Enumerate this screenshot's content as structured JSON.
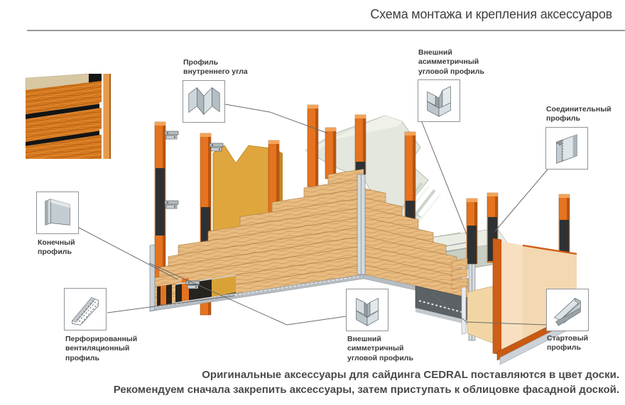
{
  "title": "Схема монтажа и крепления аксессуаров",
  "callouts": [
    {
      "id": "inner-corner-profile",
      "label": "Профиль\nвнутреннего угла"
    },
    {
      "id": "outer-asymmetric-corner-profile",
      "label": "Внешний\nасимметричный\nугловой профиль"
    },
    {
      "id": "connector-profile",
      "label": "Соединительный\nпрофиль"
    },
    {
      "id": "end-profile",
      "label": "Конечный\nпрофиль"
    },
    {
      "id": "perforated-vent-profile",
      "label": "Перфорированный\nвентиляционный профиль"
    },
    {
      "id": "outer-symmetric-corner-profile",
      "label": "Внешний симметричный\nугловой профиль"
    },
    {
      "id": "starter-profile",
      "label": "Стартовый\nпрофиль"
    }
  ],
  "footer": {
    "line1": "Оригинальные аксессуары для сайдинга CEDRAL поставляются в цвет доски.",
    "line2": "Рекомендуем сначала закрепить аксессуары, затем приступать к облицовке фасадной доской."
  },
  "palette": {
    "stud_orange": "#e5731f",
    "wood_board": "#e9bd82",
    "insulation_yellow": "#dfa63d",
    "concrete_gray": "#e3e7de",
    "metal_gray": "#c9ced3",
    "tape_black": "#2e3133",
    "panel_peach": "#f5dab6",
    "frame_orange": "#c85a12",
    "sample_orange": "#d4771f"
  }
}
